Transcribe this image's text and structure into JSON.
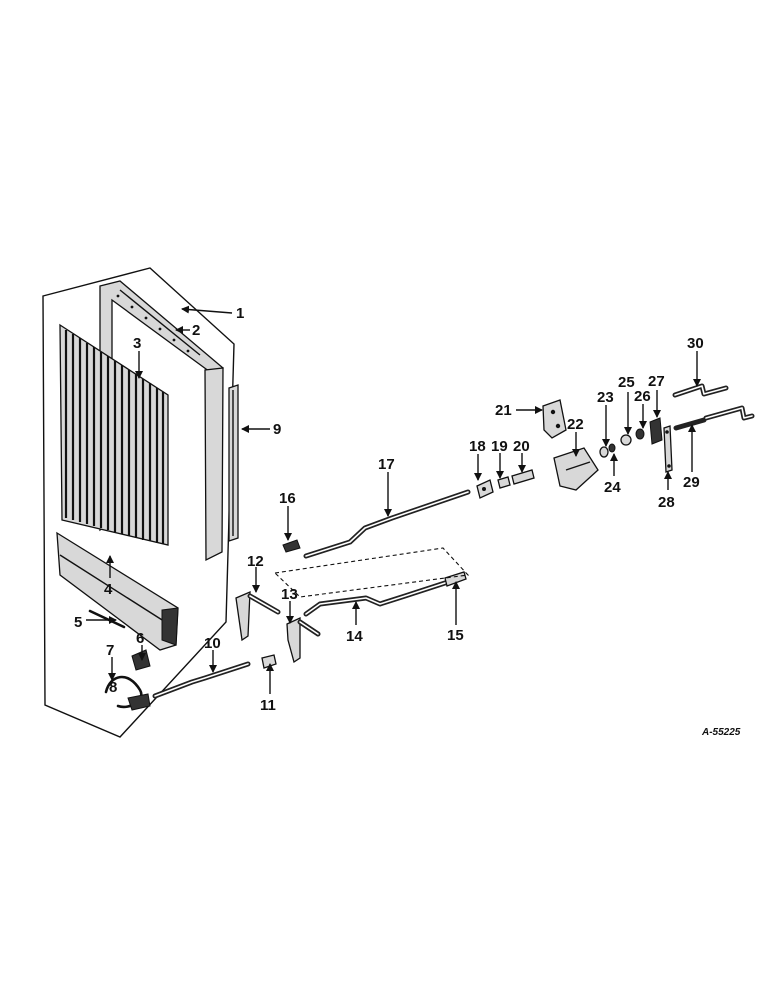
{
  "figure_id": "A-55225",
  "callouts": [
    "1",
    "2",
    "3",
    "4",
    "5",
    "6",
    "7",
    "8",
    "9",
    "10",
    "11",
    "12",
    "13",
    "14",
    "15",
    "16",
    "17",
    "18",
    "19",
    "20",
    "21",
    "22",
    "23",
    "24",
    "25",
    "26",
    "27",
    "28",
    "29",
    "30"
  ]
}
